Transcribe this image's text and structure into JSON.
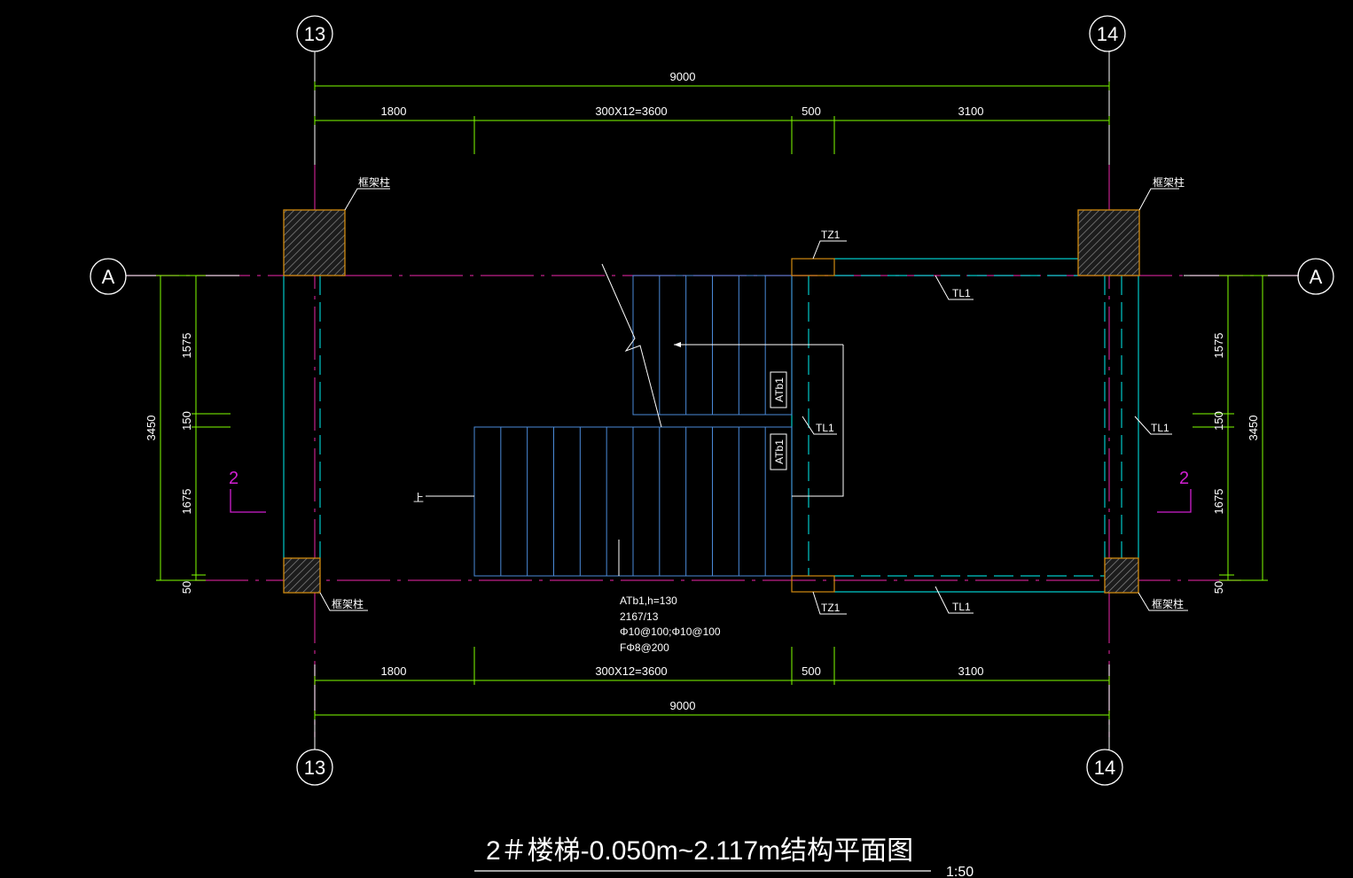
{
  "drawing": {
    "title": "2＃楼梯-0.050m~2.117m结构平面图",
    "scale": "1:50",
    "axes": {
      "left_number": "13",
      "right_number": "14",
      "row_letter": "A"
    },
    "dimensions_top": {
      "total": "9000",
      "segments": [
        "1800",
        "300X12=3600",
        "500",
        "3100"
      ]
    },
    "dimensions_bottom": {
      "total": "9000",
      "segments": [
        "1800",
        "300X12=3600",
        "500",
        "3100"
      ]
    },
    "dimensions_left": {
      "total": "3450",
      "segments": [
        "1575",
        "150",
        "1675",
        "50"
      ]
    },
    "dimensions_right": {
      "total": "3450",
      "segments": [
        "1575",
        "150",
        "1675",
        "50"
      ]
    },
    "labels": {
      "frame_column": "框架柱",
      "tz1": "TZ1",
      "tl1": "TL1",
      "atb1": "ATb1",
      "up_mark": "上",
      "section_mark": "2"
    },
    "stair_note": [
      "ATb1,h=130",
      "2167/13",
      "Φ10@100;Φ10@100",
      "FΦ8@200"
    ],
    "colors": {
      "background": "#000000",
      "dimension": "#7fff00",
      "beam": "#00c8c8",
      "stair": "#4a8ad8",
      "axis_line": "#c0208a",
      "column": "#d08a10",
      "section": "#d01fd0",
      "text": "#ffffff"
    }
  }
}
